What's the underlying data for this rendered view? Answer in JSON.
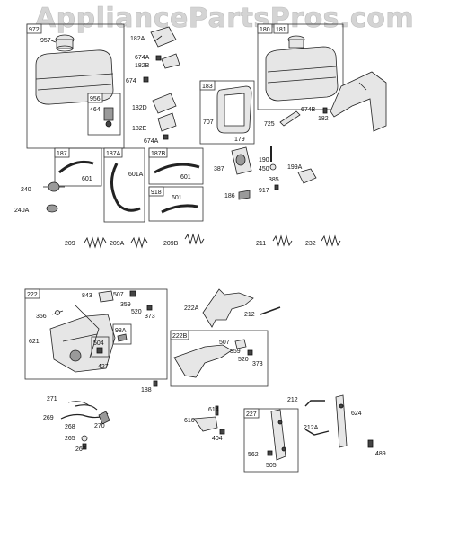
{
  "watermark": "AppliancePartsPros.com",
  "boxes": {
    "b972": "972",
    "b956": "956",
    "b183": "183",
    "b180": "180",
    "b181": "181",
    "b187": "187",
    "b187A": "187A",
    "b187B": "187B",
    "b918": "918",
    "b222": "222",
    "b504": "504",
    "b98A": "98A",
    "b222B": "222B",
    "b227": "227"
  },
  "labels": {
    "l957": "957",
    "l464": "464",
    "l182A": "182A",
    "l674A1": "674A",
    "l182B": "182B",
    "l674": "674",
    "l182D": "182D",
    "l182E": "182E",
    "l674A2": "674A",
    "l707": "707",
    "l179": "179",
    "l725": "725",
    "l674B": "674B",
    "l182": "182",
    "l601a": "601",
    "l601A": "601A",
    "l601b": "601",
    "l601c": "601",
    "l387": "387",
    "l190": "190",
    "l450": "450",
    "l385": "385",
    "l199A": "199A",
    "l186": "186",
    "l917": "917",
    "l240": "240",
    "l240A": "240A",
    "l209": "209",
    "l209A": "209A",
    "l209B": "209B",
    "l211": "211",
    "l232": "232",
    "l843": "843",
    "l507a": "507",
    "l359a": "359",
    "l520a": "520",
    "l373a": "373",
    "l356": "356",
    "l621": "621",
    "l427": "427",
    "l188": "188",
    "l222A": "222A",
    "l212a": "212",
    "l507b": "507",
    "l359b": "359",
    "l520b": "520",
    "l373b": "373",
    "l271": "271",
    "l269": "269",
    "l268": "268",
    "l270": "270",
    "l265": "265",
    "l267": "267",
    "l614": "614",
    "l616": "616",
    "l404": "404",
    "l212b": "212",
    "l212A": "212A",
    "l624": "624",
    "l562": "562",
    "l505": "505",
    "l489": "489"
  }
}
